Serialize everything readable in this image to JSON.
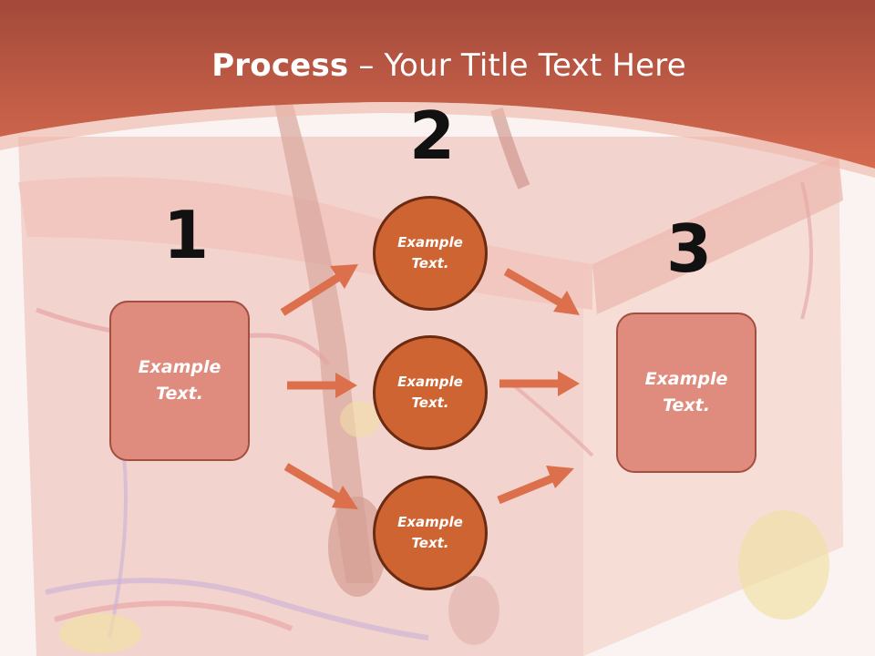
{
  "title": {
    "bold": "Process",
    "rest": " – Your Title Text Here"
  },
  "numbers": [
    "1",
    "2",
    "3"
  ],
  "left_box": {
    "line1": "Example",
    "line2": "Text."
  },
  "right_box": {
    "line1": "Example",
    "line2": "Text."
  },
  "circles": [
    {
      "line1": "Example",
      "line2": "Text."
    },
    {
      "line1": "Example",
      "line2": "Text."
    },
    {
      "line1": "Example",
      "line2": "Text."
    }
  ],
  "colors": {
    "banner": "#d4664a",
    "box_fill": "#df8c7e",
    "circle_fill": "#cf6433",
    "arrow": "#dc6f4c"
  }
}
